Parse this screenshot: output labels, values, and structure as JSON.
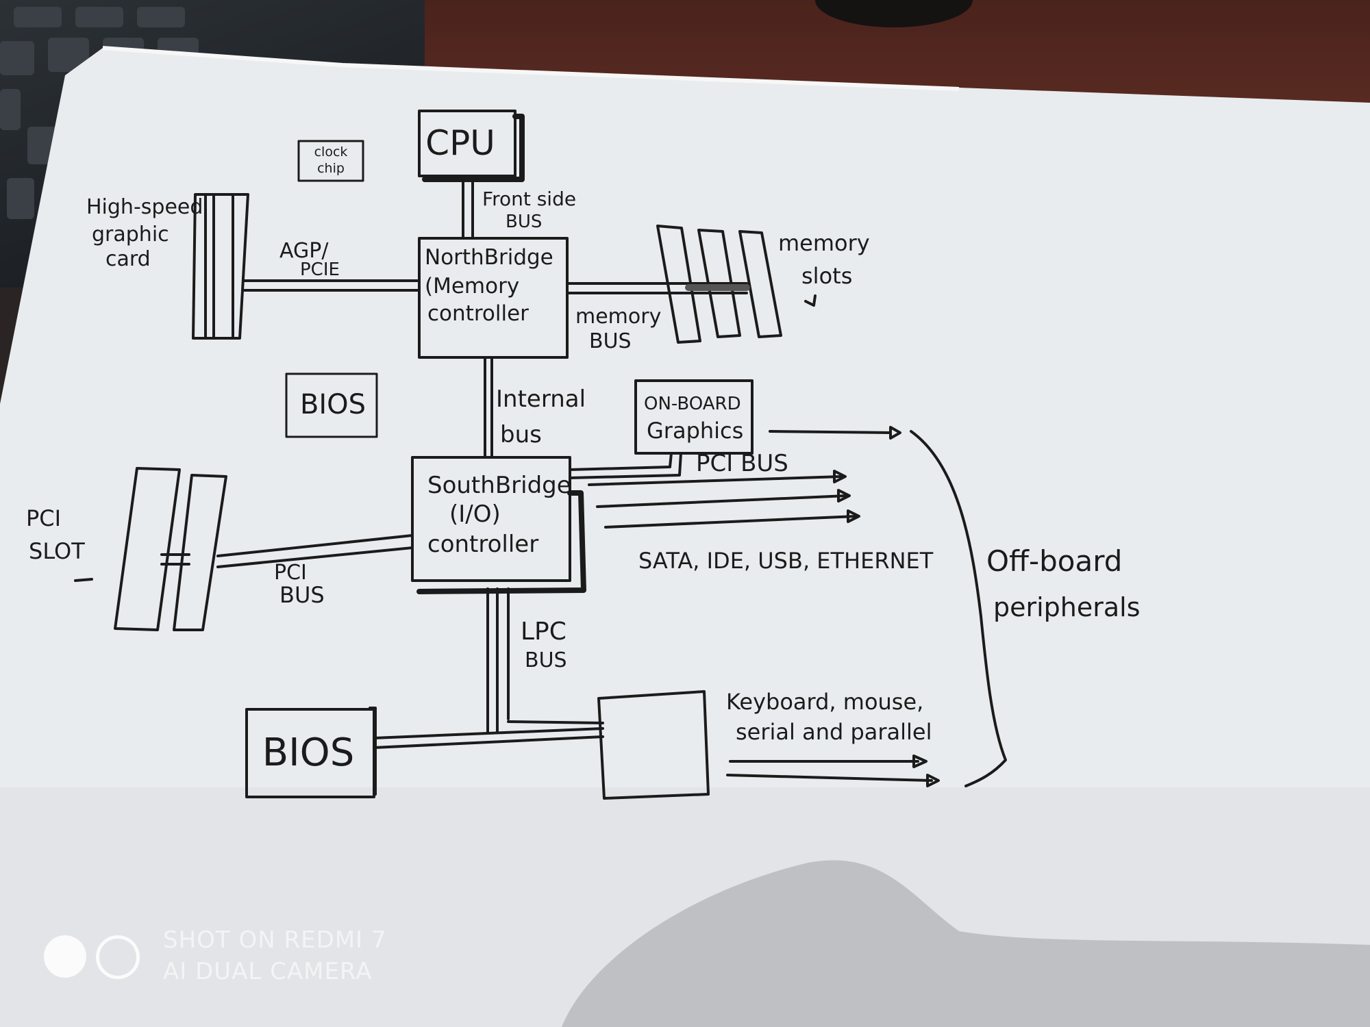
{
  "diagram": {
    "nodes": {
      "cpu": "CPU",
      "clock_chip": [
        "clock",
        "chip"
      ],
      "northbridge": [
        "NorthBridge",
        "(Memory",
        "controller"
      ],
      "graphic_card": [
        "High-speed",
        "graphic",
        "card"
      ],
      "memory_slots": [
        "memory",
        "slots"
      ],
      "bios_top": "BIOS",
      "onboard_graphics": [
        "ON-BOARD",
        "Graphics"
      ],
      "southbridge": [
        "SouthBridge",
        "(I/O)",
        "controller"
      ],
      "pci_slot": [
        "PCI",
        "SLOT"
      ],
      "bios_bottom": "BIOS",
      "off_board": [
        "Off-board",
        "peripherals"
      ]
    },
    "edges": {
      "front_side_bus": [
        "Front side",
        "BUS"
      ],
      "agp_pcie": [
        "AGP/",
        "PCIE"
      ],
      "memory_bus": [
        "memory",
        "BUS"
      ],
      "internal_bus": [
        "Internal",
        "bus"
      ],
      "pci_bus_top": "PCI BUS",
      "pci_bus_left": [
        "PCI",
        "BUS"
      ],
      "lpc_bus": [
        "LPC",
        "BUS"
      ],
      "io_list": "SATA, IDE, USB, ETHERNET",
      "legacy_io": [
        "Keyboard, mouse,",
        "serial and parallel"
      ]
    }
  },
  "watermark": {
    "line1": "SHOT ON REDMI 7",
    "line2": "AI DUAL CAMERA"
  }
}
